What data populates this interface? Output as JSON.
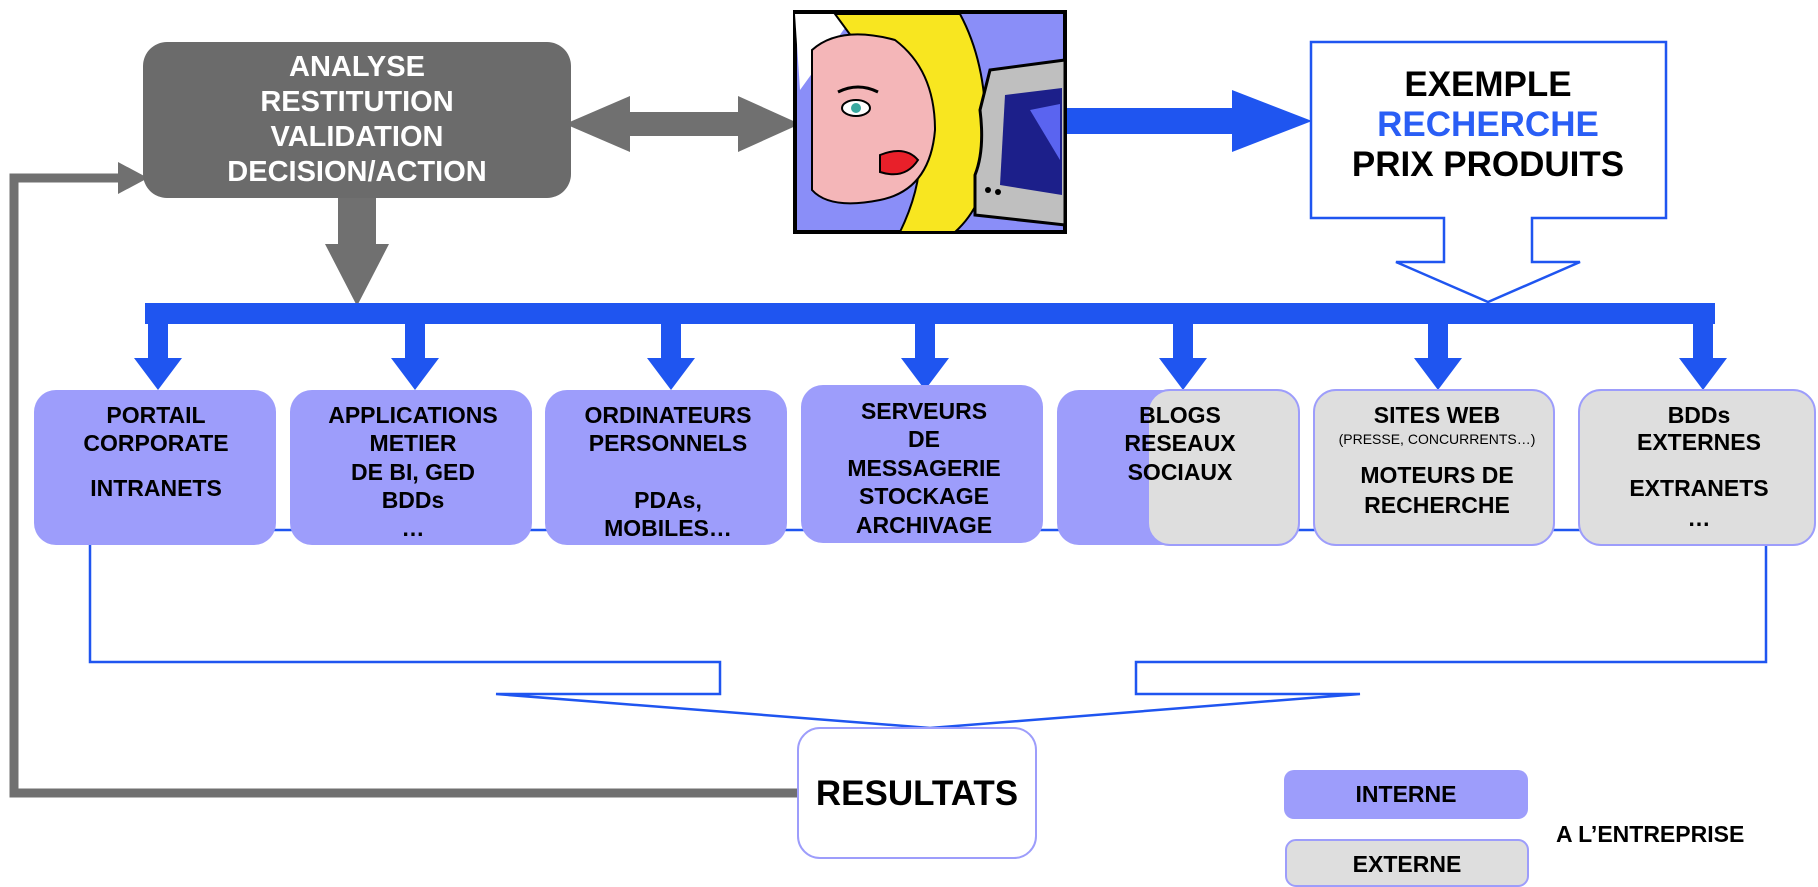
{
  "colors": {
    "gray_box": "#6b6b6b",
    "gray_arrow": "#707070",
    "blue_arrow": "#1f55f0",
    "interne_fill": "#9d9dfb",
    "externe_fill": "#dedede",
    "box_border": "#9d9dfb",
    "outline_blue": "#1f55f0",
    "recherche_text": "#2a5ef5"
  },
  "analyse_box": {
    "lines": [
      "ANALYSE",
      "RESTITUTION",
      "VALIDATION",
      "DECISION/ACTION"
    ]
  },
  "exemple_box": {
    "line1": "EXEMPLE",
    "line2": "RECHERCHE",
    "line3": "PRIX PRODUITS"
  },
  "illustration": {
    "icon": "woman-at-computer-illustration"
  },
  "sources": [
    {
      "id": "portail",
      "kind": "interne",
      "lines": [
        "PORTAIL",
        "CORPORATE",
        "",
        "INTRANETS"
      ]
    },
    {
      "id": "applications",
      "kind": "interne",
      "lines": [
        "APPLICATIONS",
        "METIER",
        "DE BI, GED",
        "BDDs",
        "…"
      ]
    },
    {
      "id": "ordinateurs",
      "kind": "interne",
      "lines": [
        "ORDINATEURS",
        "PERSONNELS",
        "",
        "PDAs,",
        "MOBILES…"
      ]
    },
    {
      "id": "serveurs",
      "kind": "interne",
      "lines": [
        "SERVEURS",
        "DE",
        "MESSAGERIE",
        "STOCKAGE",
        "ARCHIVAGE"
      ]
    },
    {
      "id": "blogs",
      "kind": "mixte",
      "lines": [
        "BLOGS",
        "RESEAUX",
        "SOCIAUX"
      ]
    },
    {
      "id": "sites",
      "kind": "externe",
      "lines": [
        "SITES WEB",
        "(PRESSE, CONCURRENTS…)",
        "MOTEURS DE",
        "RECHERCHE"
      ]
    },
    {
      "id": "bdds",
      "kind": "externe",
      "lines": [
        "BDDs",
        "EXTERNES",
        "EXTRANETS",
        "…"
      ]
    }
  ],
  "resultats_box": {
    "label": "RESULTATS"
  },
  "legend": {
    "interne": "INTERNE",
    "externe": "EXTERNE",
    "note": "A L’ENTREPRISE"
  }
}
